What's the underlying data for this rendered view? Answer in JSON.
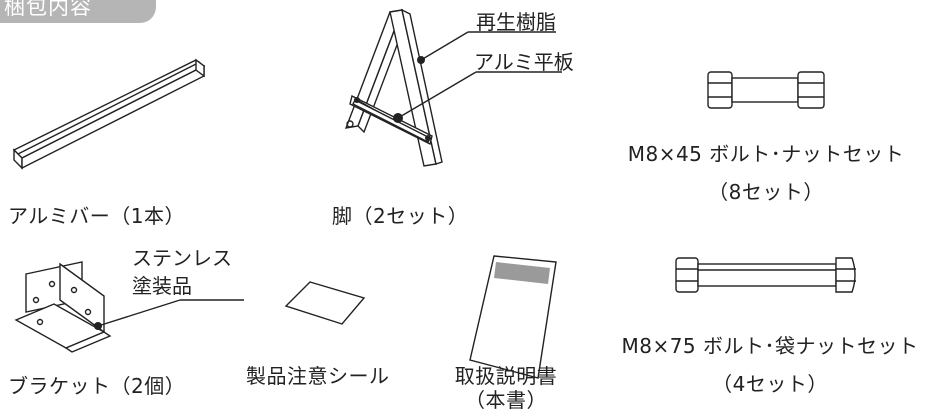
{
  "section_tab": "梱包内容",
  "items": {
    "aluminum_bar": "アルミバー（1本）",
    "legs": "脚（2セット）",
    "bolt_45_line1": "M8×45 ボルト･ナットセット",
    "bolt_45_line2": "（8セット）",
    "bracket": "ブラケット（2個）",
    "sticker": "製品注意シール",
    "manual_line1": "取扱説明書",
    "manual_line2": "（本書）",
    "bolt_75_line1": "M8×75 ボルト･袋ナットセット",
    "bolt_75_line2": "（4セット）"
  },
  "callouts": {
    "recycled_resin": "再生樹脂",
    "aluminum_flat_bar": "アルミ平板",
    "stainless_line1": "ステンレス",
    "stainless_line2": "塗装品"
  }
}
